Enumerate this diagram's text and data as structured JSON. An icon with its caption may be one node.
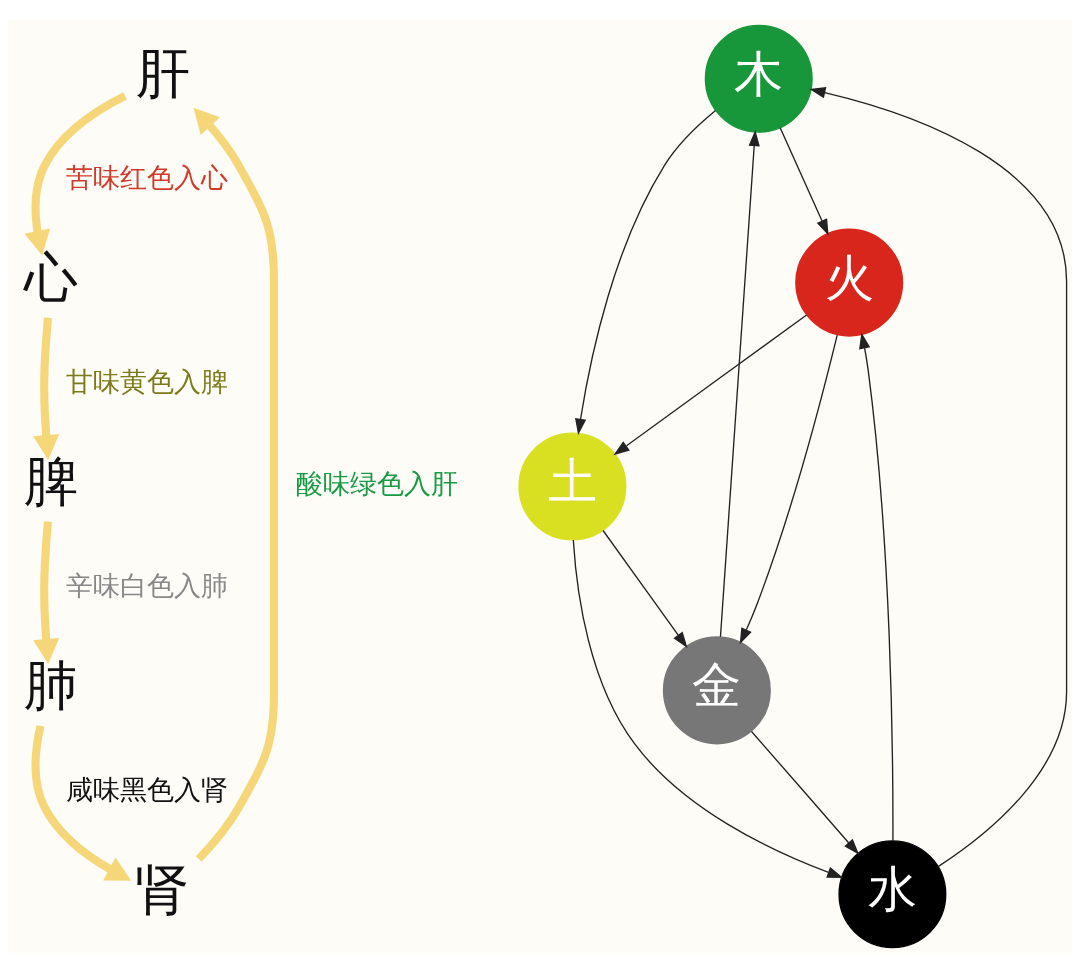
{
  "diagram": {
    "nodes": [
      {
        "text": [
          "肝"
        ]
      },
      {
        "text": [
          "心"
        ]
      },
      {
        "text": [
          "脾"
        ]
      },
      {
        "text": [
          "肺"
        ]
      },
      {
        "text": [
          "肾"
        ]
      },
      {
        "text": [
          "木"
        ]
      },
      {
        "text": [
          "火"
        ]
      },
      {
        "text": [
          "土"
        ]
      },
      {
        "text": [
          "金"
        ]
      },
      {
        "text": [
          "水"
        ]
      }
    ],
    "edges": [
      {
        "from": 4,
        "to": 0,
        "arrow": "to",
        "label": "酸味绿色入肝",
        "style": "thick",
        "color": "#f5d77a"
      },
      {
        "from": 0,
        "to": 1,
        "arrow": "to",
        "label": "苦味红色入心",
        "style": "thick",
        "color": "#f5d77a"
      },
      {
        "from": 1,
        "to": 2,
        "arrow": "to",
        "label": "甘味黄色入脾",
        "style": "thick",
        "color": "#f5d77a"
      },
      {
        "from": 2,
        "to": 3,
        "arrow": "to",
        "label": "辛味白色入肺",
        "style": "thick",
        "color": "#f5d77a"
      },
      {
        "from": 3,
        "to": 4,
        "arrow": "to",
        "label": "咸味黑色入肾",
        "style": "thick",
        "color": "#f5d77a"
      },
      {
        "from": 5,
        "to": 6,
        "arrow": "to"
      },
      {
        "from": 6,
        "to": 7,
        "arrow": "to"
      },
      {
        "from": 7,
        "to": 8,
        "arrow": "to"
      },
      {
        "from": 8,
        "to": 9,
        "arrow": "to"
      },
      {
        "from": 9,
        "to": 5,
        "arrow": "to"
      },
      {
        "from": 5,
        "to": 7,
        "arrow": "to"
      },
      {
        "from": 7,
        "to": 9,
        "arrow": "to"
      },
      {
        "from": 9,
        "to": 6,
        "arrow": "to"
      },
      {
        "from": 6,
        "to": 8,
        "arrow": "to"
      },
      {
        "from": 8,
        "to": 5,
        "arrow": "to"
      }
    ]
  }
}
